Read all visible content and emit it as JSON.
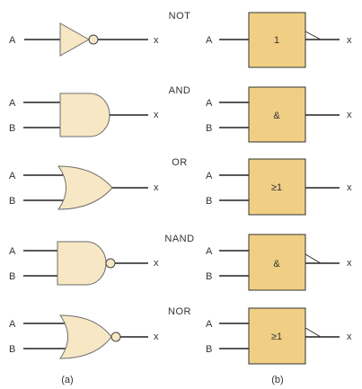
{
  "rows": [
    {
      "id": "not",
      "title": "NOT",
      "inputs": [
        "A"
      ],
      "output": "x",
      "iec_symbol": "1",
      "inverted": true
    },
    {
      "id": "and",
      "title": "AND",
      "inputs": [
        "A",
        "B"
      ],
      "output": "x",
      "iec_symbol": "&",
      "inverted": false
    },
    {
      "id": "or",
      "title": "OR",
      "inputs": [
        "A",
        "B"
      ],
      "output": "x",
      "iec_symbol": "≥1",
      "inverted": false
    },
    {
      "id": "nand",
      "title": "NAND",
      "inputs": [
        "A",
        "B"
      ],
      "output": "x",
      "iec_symbol": "&",
      "inverted": true
    },
    {
      "id": "nor",
      "title": "NOR",
      "inputs": [
        "A",
        "B"
      ],
      "output": "x",
      "iec_symbol": "≥1",
      "inverted": true
    }
  ],
  "captions": {
    "left": "(a)",
    "right": "(b)"
  },
  "colors": {
    "gate_fill_left": "#f7e7c4",
    "gate_fill_right": "#f0cf85",
    "wire": "#222222"
  }
}
